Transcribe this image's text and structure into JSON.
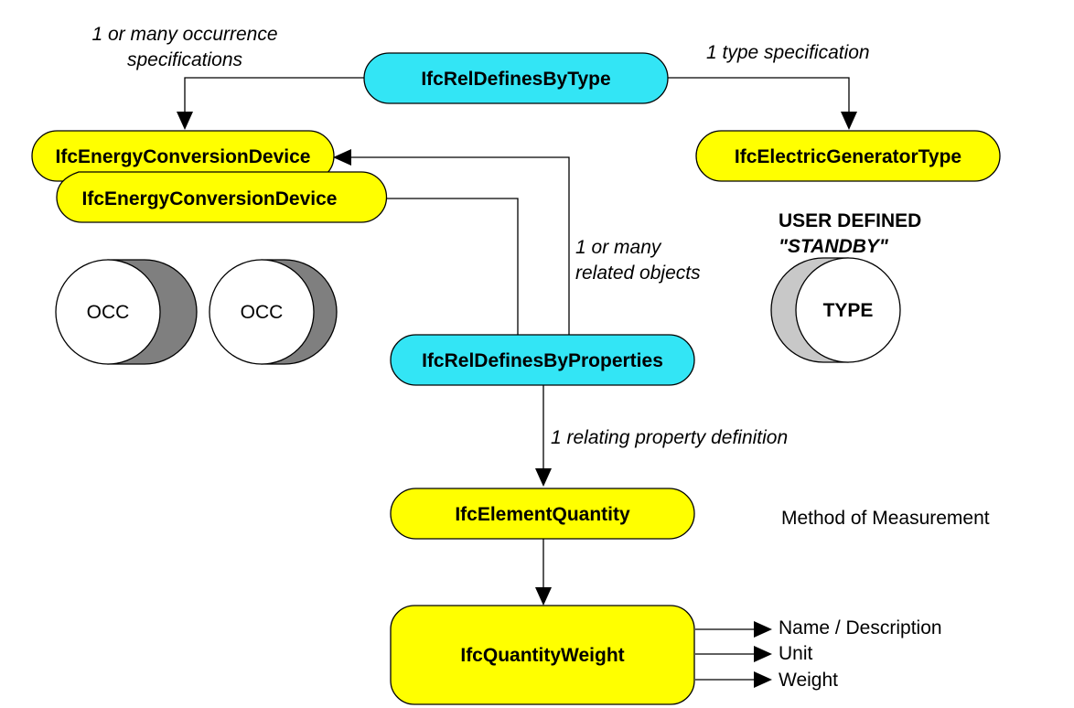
{
  "colors": {
    "relationship_fill": "#33e5f5",
    "entity_fill": "#ffff00",
    "occ_shadow": "#7f7f7f",
    "type_shadow": "#c8c8c8",
    "line": "#000000"
  },
  "nodes": {
    "rel_defines_by_type": "IfcRelDefinesByType",
    "energy_device_1": "IfcEnergyConversionDevice",
    "energy_device_2": "IfcEnergyConversionDevice",
    "electric_generator_type": "IfcElectricGeneratorType",
    "rel_defines_by_properties": "IfcRelDefinesByProperties",
    "element_quantity": "IfcElementQuantity",
    "quantity_weight": "IfcQuantityWeight"
  },
  "labels": {
    "occurrence_specs_line1": "1 or many occurrence",
    "occurrence_specs_line2": "specifications",
    "type_spec": "1 type specification",
    "related_objects_line1": "1 or many",
    "related_objects_line2": "related objects",
    "relating_property": "1 relating property definition",
    "user_defined": "USER DEFINED",
    "standby": "\"STANDBY\"",
    "method_of_measurement": "Method of Measurement"
  },
  "cylinders": {
    "occ_1": "OCC",
    "occ_2": "OCC",
    "type": "TYPE"
  },
  "attributes": [
    "Name / Description",
    "Unit",
    "Weight"
  ]
}
